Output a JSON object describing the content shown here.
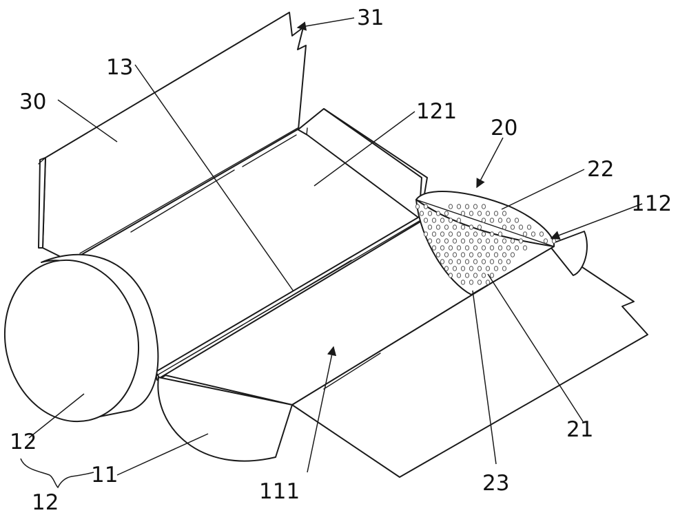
{
  "labels": {
    "l31": "31",
    "l13": "13",
    "l30": "30",
    "l121": "121",
    "l20": "20",
    "l22": "22",
    "l112": "112",
    "l12a": "12",
    "l11": "11",
    "l12b": "12",
    "l111": "111",
    "l23": "23",
    "l21": "21"
  },
  "colors": {
    "line": "#1a1a1a",
    "background": "#ffffff"
  }
}
